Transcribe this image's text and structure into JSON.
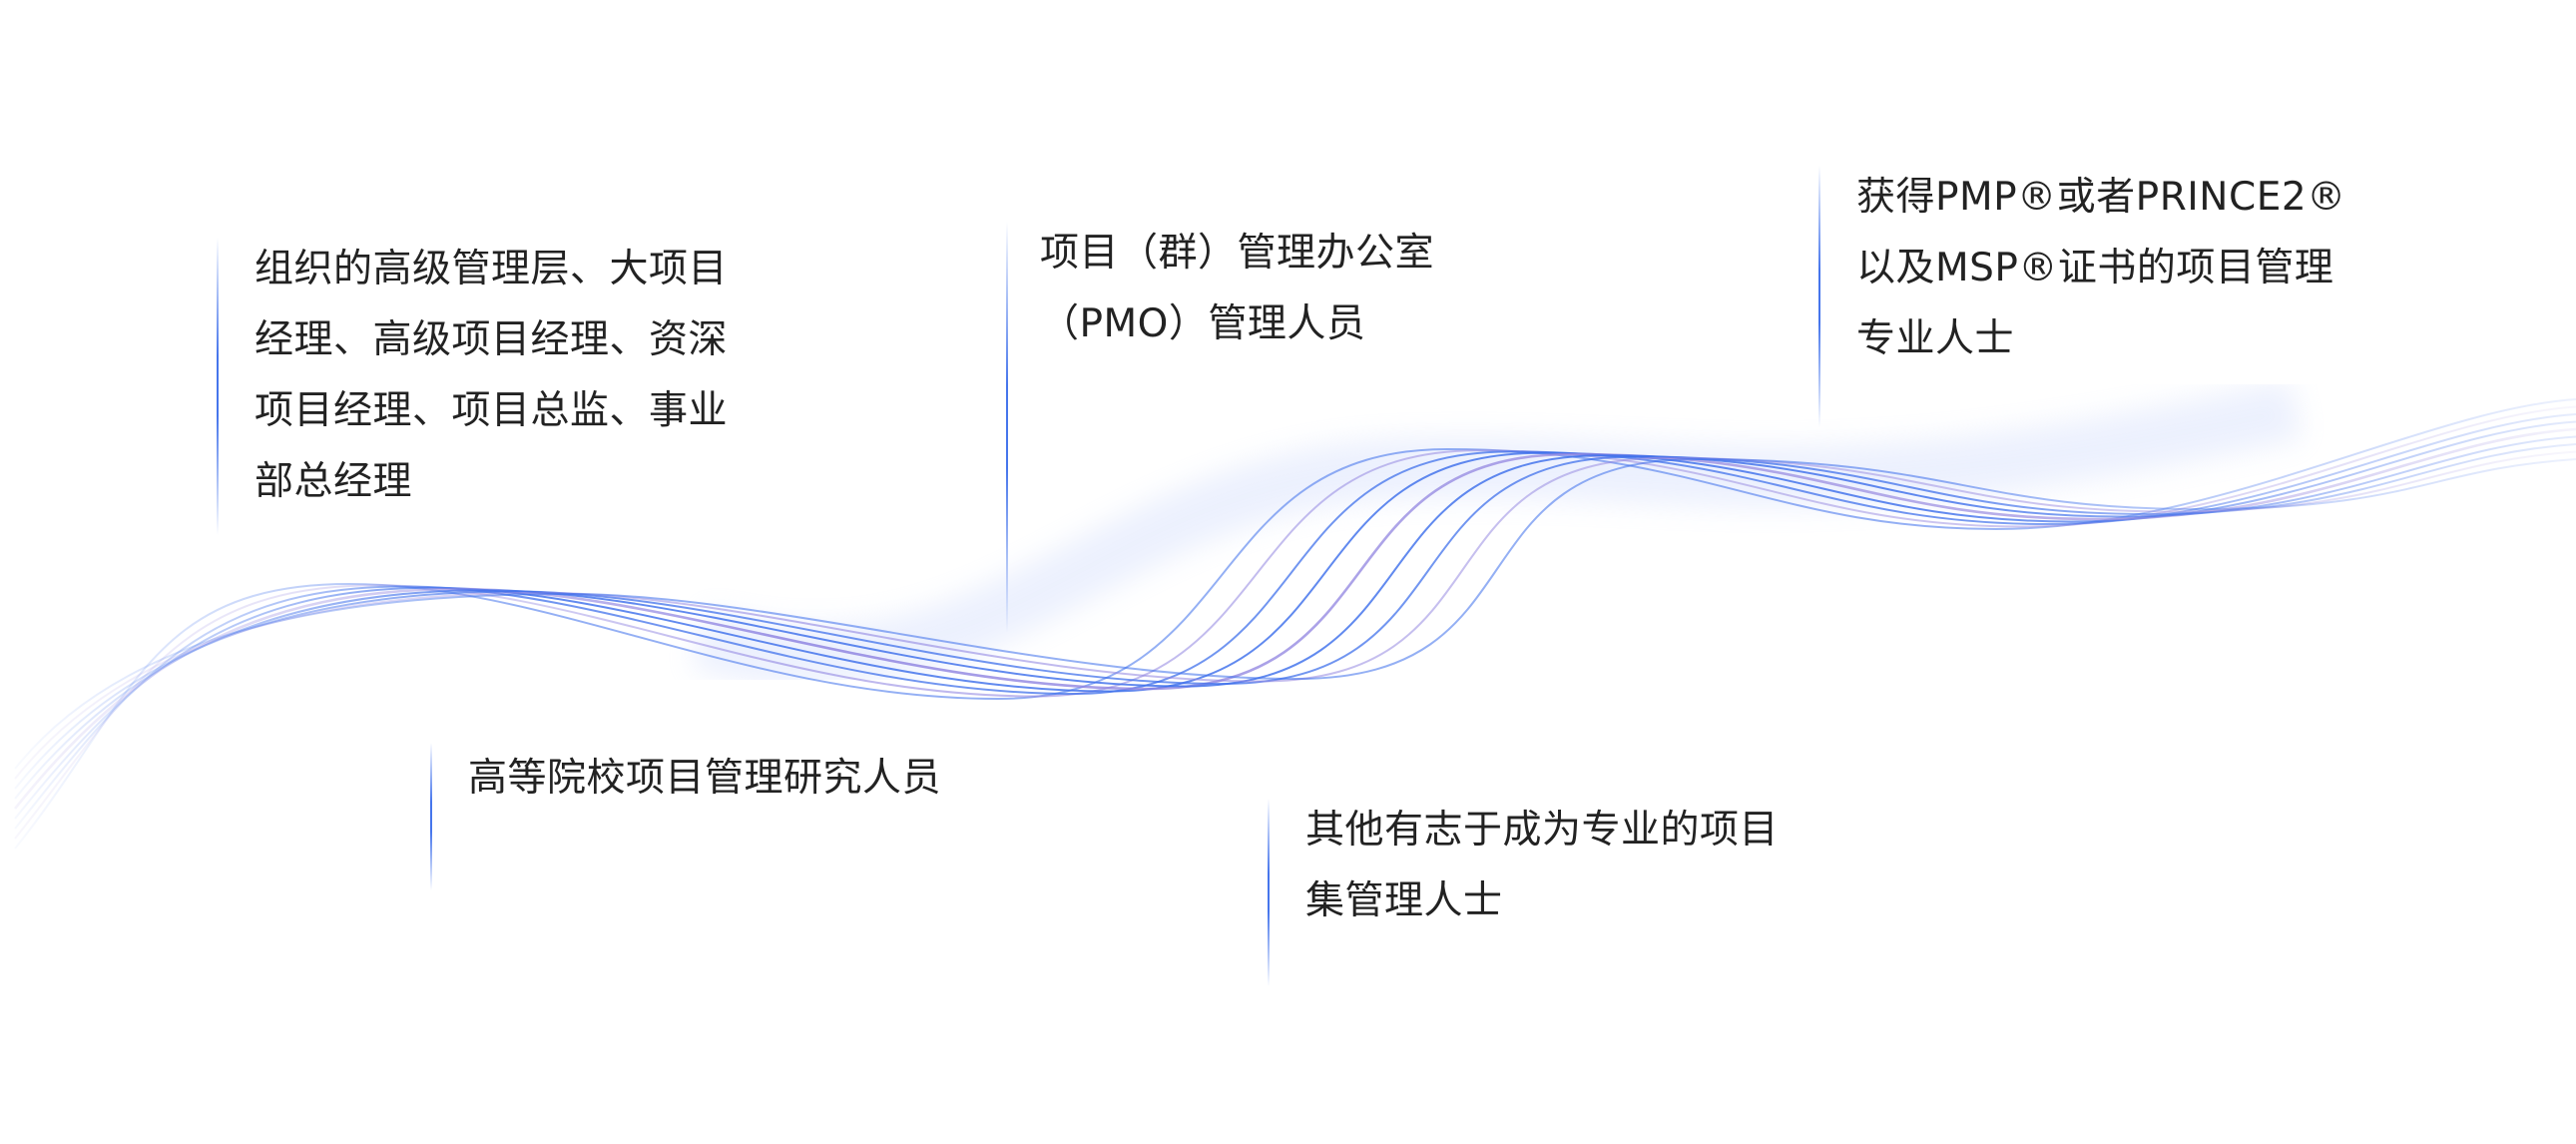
{
  "accent_color": "#3c6eeb",
  "secondary_color": "#9b8de0",
  "text_color": "#222222",
  "audiences": [
    {
      "lines": [
        "组织的高级管理层、大项目",
        "经理、高级项目经理、资深",
        "项目经理、项目总监、事业",
        "部总经理"
      ]
    },
    {
      "lines": [
        "项目（群）管理办公室",
        "（PMO）管理人员"
      ]
    },
    {
      "lines": [
        "获得PMP®或者PRINCE2®",
        "以及MSP®证书的项目管理",
        "专业人士"
      ]
    },
    {
      "lines": [
        "高等院校项目管理研究人员"
      ]
    },
    {
      "lines": [
        "其他有志于成为专业的项目",
        "集管理人士"
      ]
    }
  ]
}
